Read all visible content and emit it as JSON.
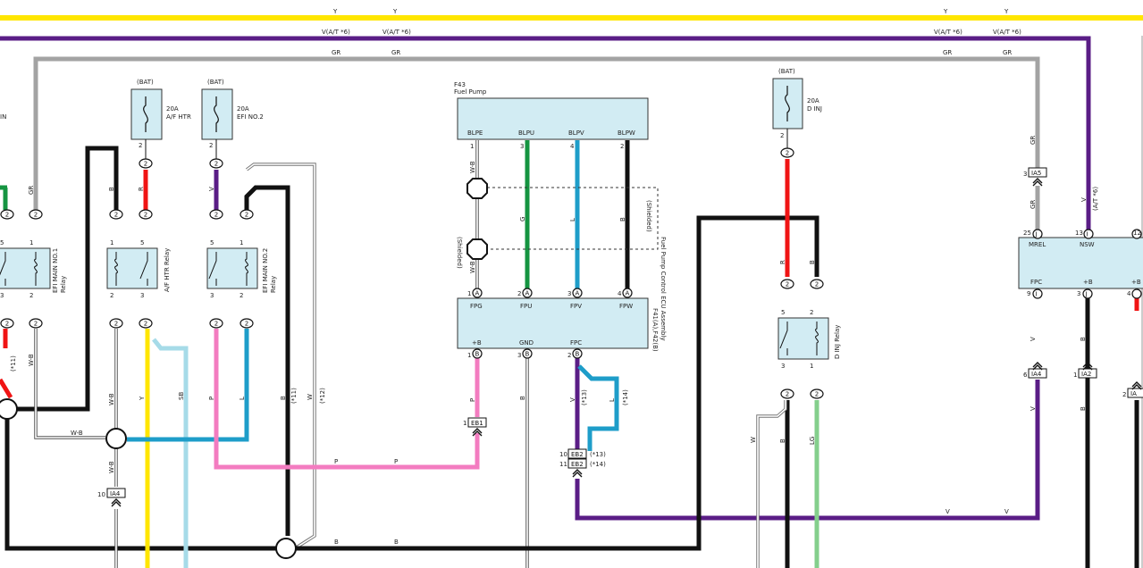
{
  "colors": {
    "Y": "#ffe600",
    "V": "#5a1d86",
    "GR": "#a3a3a3",
    "B": "#111111",
    "R": "#f01414",
    "G": "#159441",
    "L": "#1e9dc9",
    "SB": "#a6dbe8",
    "P": "#f37cc0",
    "LG": "#84cf8c",
    "W": "#ffffff",
    "component_fill": "#d2ecf3"
  },
  "bus": {
    "y_labels": [
      "Y",
      "Y",
      "Y",
      "Y"
    ],
    "v_labels": [
      "V(A/T *6)",
      "V(A/T *6)",
      "V(A/T *6)",
      "V(A/T *6)"
    ],
    "gr_labels": [
      "GR",
      "GR",
      "GR",
      "GR"
    ],
    "b_labels": [
      "B",
      "B"
    ],
    "p_labels": [
      "P",
      "P"
    ],
    "v_bottom_labels": [
      "V",
      "V"
    ]
  },
  "fuses": {
    "af_htr": {
      "bat": "(BAT)",
      "rating": "20A",
      "name": "A/F HTR",
      "pin": "2"
    },
    "efi_no2": {
      "bat": "(BAT)",
      "rating": "20A",
      "name": "EFI NO.2",
      "pin": "2"
    },
    "d_inj": {
      "bat": "(BAT)",
      "rating": "20A",
      "name": "D INJ",
      "pin": "2"
    }
  },
  "relays": {
    "efi_main": {
      "name": "EFI MAIN NO.1",
      "sub": "Relay",
      "left_cut": "IN",
      "pins": [
        "5",
        "1",
        "3",
        "2"
      ]
    },
    "af_htr": {
      "name": "A/F HTR Relay",
      "pins": [
        "1",
        "5",
        "2",
        "3"
      ]
    },
    "efi_no2": {
      "name": "EFI MAIN NO.2",
      "sub": "Relay",
      "pins": [
        "5",
        "1",
        "3",
        "2"
      ]
    },
    "d_inj": {
      "name": "D INJ Relay",
      "pins": [
        "5",
        "2",
        "3",
        "1"
      ]
    }
  },
  "fuel_pump": {
    "id": "F43",
    "name": "Fuel Pump",
    "pins": [
      {
        "label": "BLPE",
        "num": "1"
      },
      {
        "label": "BLPU",
        "num": "3"
      },
      {
        "label": "BLPV",
        "num": "4"
      },
      {
        "label": "BLPW",
        "num": "2"
      }
    ],
    "shielded": "(Shielded)"
  },
  "ecu": {
    "id": "F41(A),F42(B)",
    "name": "Fuel Pump Control ECU Assembly",
    "top_pins": [
      {
        "label": "FPG",
        "num": "1",
        "conn": "A"
      },
      {
        "label": "FPU",
        "num": "2",
        "conn": "A"
      },
      {
        "label": "FPV",
        "num": "3",
        "conn": "A"
      },
      {
        "label": "FPW",
        "num": "4",
        "conn": "A"
      }
    ],
    "bottom_pins": [
      {
        "label": "+B",
        "num": "1",
        "conn": "B"
      },
      {
        "label": "GND",
        "num": "3",
        "conn": "B"
      },
      {
        "label": "FPC",
        "num": "2",
        "conn": "B"
      }
    ]
  },
  "right_ecu": {
    "top_pins": [
      {
        "label": "MREL",
        "num": "25",
        "conn": "J"
      },
      {
        "label": "NSW",
        "num": "13",
        "conn": "I"
      },
      {
        "label": "12",
        "num": "",
        "conn": ""
      }
    ],
    "bottom_pins": [
      {
        "label": "FPC",
        "num": "9",
        "conn": "I"
      },
      {
        "label": "+B",
        "num": "3",
        "conn": "J"
      },
      {
        "label": "+B",
        "num": "4",
        "conn": ""
      }
    ]
  },
  "connectors": {
    "ia5": {
      "num": "3",
      "name": "IA5"
    },
    "ia4_right": {
      "num": "6",
      "name": "IA4"
    },
    "ia2": {
      "num": "1",
      "name": "IA2"
    },
    "ia_cut": {
      "num": "2",
      "name": "IA"
    },
    "ia4_left": {
      "num": "10",
      "name": "IA4"
    },
    "eb1": {
      "num": "1",
      "name": "EB1"
    },
    "eb2_a": {
      "num": "10",
      "name": "EB2",
      "note": "(*13)"
    },
    "eb2_b": {
      "num": "11",
      "name": "EB2",
      "note": "(*14)"
    }
  },
  "wire_labels": {
    "gr": "GR",
    "b": "B",
    "r": "R",
    "v": "V",
    "wb": "W-B",
    "y": "Y",
    "sb": "SB",
    "p": "P",
    "l": "L",
    "w": "W",
    "g": "G",
    "lg": "LG",
    "n11": "(*11)",
    "n12": "(*12)",
    "n13": "(*13)",
    "n14": "(*14)",
    "vat6": "(A/T *6)"
  }
}
